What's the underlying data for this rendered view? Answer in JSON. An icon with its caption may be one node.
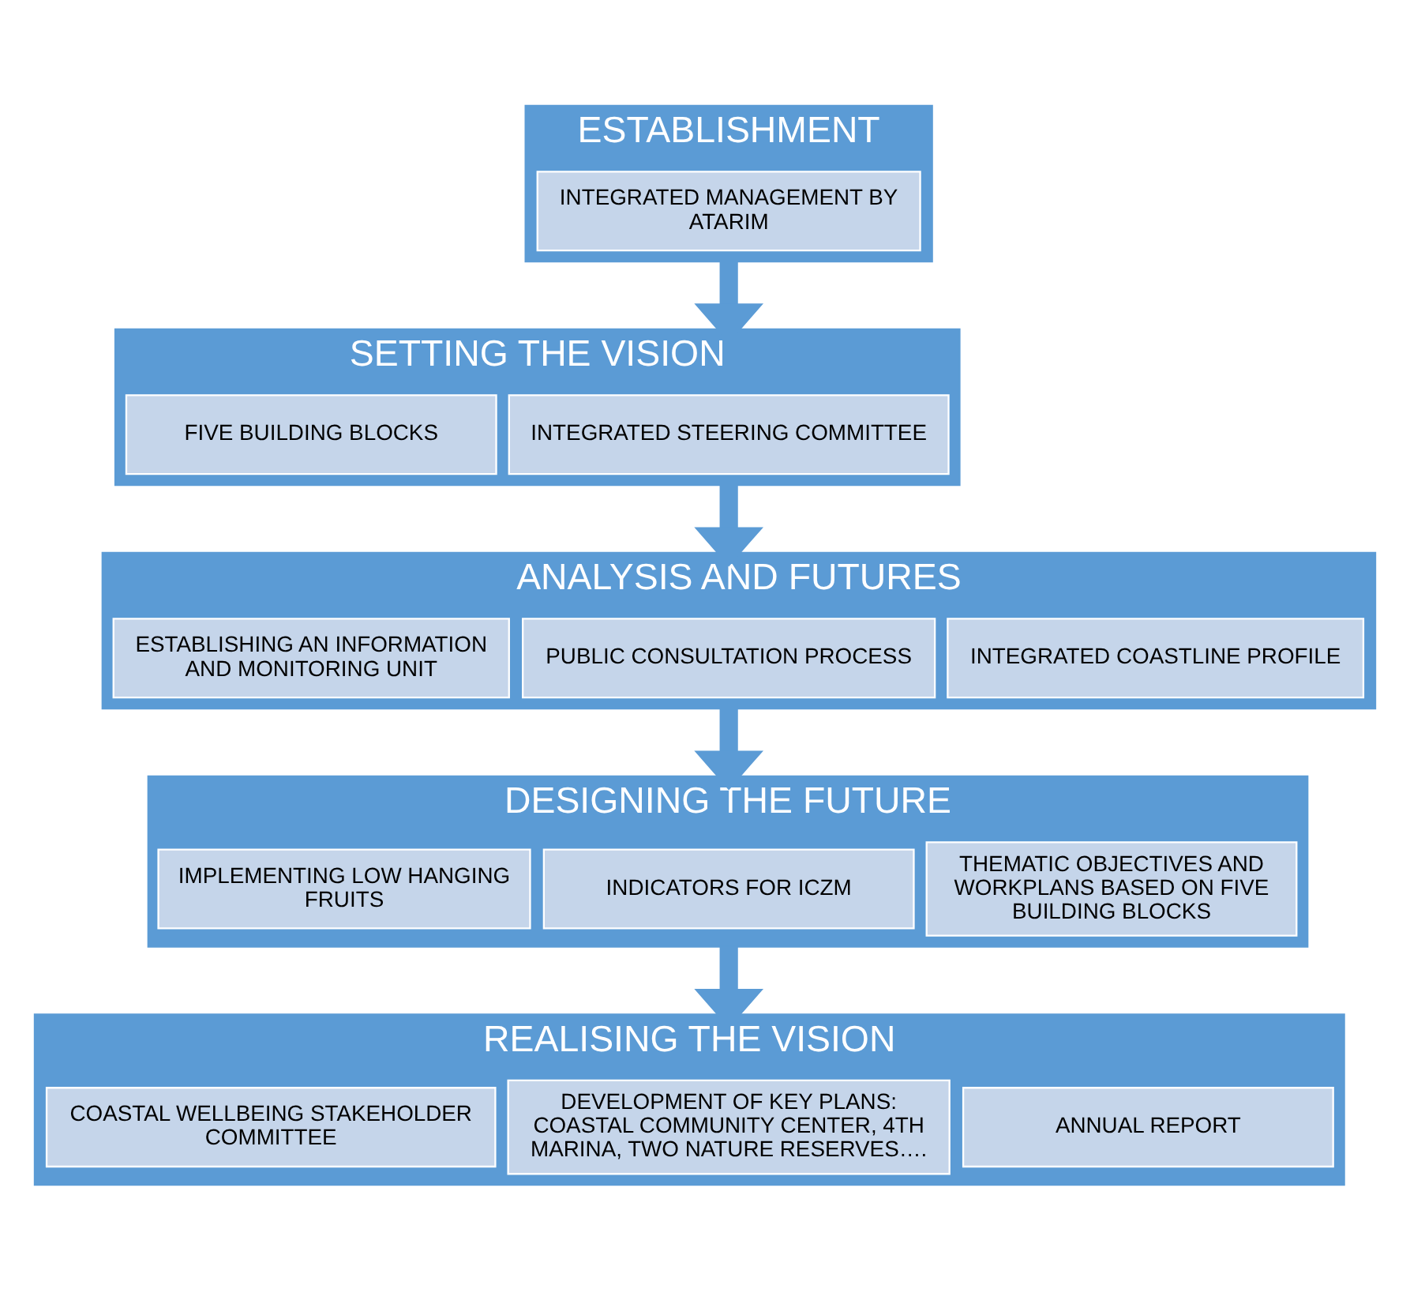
{
  "diagram": {
    "nodes": [
      {
        "text": [
          "ESTABLISHMENT"
        ]
      },
      {
        "text": [
          "INTEGRATED MANAGEMENT BY ATARIM"
        ],
        "in": 0
      },
      {
        "text": [
          "SETTING THE VISION"
        ]
      },
      {
        "text": [
          "FIVE BUILDING BLOCKS"
        ],
        "in": 2
      },
      {
        "text": [
          "INTEGRATED STEERING COMMITTEE"
        ],
        "in": 2
      },
      {
        "text": [
          "ANALYSIS AND FUTURES"
        ]
      },
      {
        "text": [
          "ESTABLISHING AN INFORMATION AND MONITORING UNIT"
        ],
        "in": 5
      },
      {
        "text": [
          "PUBLIC CONSULTATION PROCESS"
        ],
        "in": 5
      },
      {
        "text": [
          "INTEGRATED COASTLINE PROFILE"
        ],
        "in": 5
      },
      {
        "text": [
          "DESIGNING THE FUTURE"
        ]
      },
      {
        "text": [
          "IMPLEMENTING LOW HANGING FRUITS"
        ],
        "in": 9
      },
      {
        "text": [
          "INDICATORS FOR ICZM"
        ],
        "in": 9
      },
      {
        "text": [
          "THEMATIC OBJECTIVES AND WORKPLANS BASED ON FIVE BUILDING BLOCKS"
        ],
        "in": 9
      },
      {
        "text": [
          "REALISING THE VISION"
        ]
      },
      {
        "text": [
          "COASTAL WELLBEING STAKEHOLDER COMMITTEE"
        ],
        "in": 13
      },
      {
        "text": [
          "DEVELOPMENT OF KEY PLANS: COASTAL COMMUNITY CENTER, 4TH MARINA, TWO NATURE RESERVES…."
        ],
        "in": 13
      },
      {
        "text": [
          "ANNUAL REPORT"
        ],
        "in": 13
      }
    ],
    "edges": [
      {
        "from": 0,
        "to": 2,
        "arrow": "to"
      },
      {
        "from": 2,
        "to": 5,
        "arrow": "to"
      },
      {
        "from": 5,
        "to": 9,
        "arrow": "to"
      },
      {
        "from": 9,
        "to": 13,
        "arrow": "to"
      }
    ]
  }
}
